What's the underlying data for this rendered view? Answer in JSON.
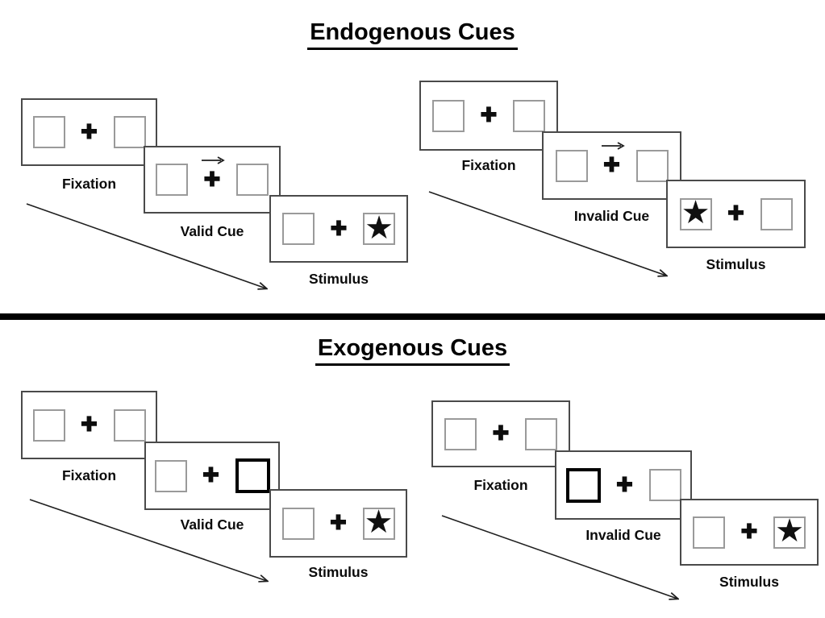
{
  "glyphs": {
    "plus": "✚",
    "star": "★"
  },
  "colors": {
    "ink": "#000000",
    "panel_border": "#4a4a4a",
    "box_border": "#9a9a9a",
    "arrow": "#1f1f1f"
  },
  "sections": [
    {
      "title": "Endogenous Cues",
      "groups": [
        {
          "name": "valid-trial",
          "cue_style": "central-arrow-right",
          "panels": [
            {
              "label": "Fixation"
            },
            {
              "label": "Valid Cue"
            },
            {
              "label": "Stimulus",
              "star_side": "right"
            }
          ]
        },
        {
          "name": "invalid-trial",
          "cue_style": "central-arrow-right",
          "panels": [
            {
              "label": "Fixation"
            },
            {
              "label": "Invalid Cue"
            },
            {
              "label": "Stimulus",
              "star_side": "left"
            }
          ]
        }
      ]
    },
    {
      "title": "Exogenous Cues",
      "groups": [
        {
          "name": "valid-trial",
          "cue_style": "peripheral-thick-box-right",
          "panels": [
            {
              "label": "Fixation"
            },
            {
              "label": "Valid Cue"
            },
            {
              "label": "Stimulus",
              "star_side": "right"
            }
          ]
        },
        {
          "name": "invalid-trial",
          "cue_style": "peripheral-thick-box-left",
          "panels": [
            {
              "label": "Fixation"
            },
            {
              "label": "Invalid Cue"
            },
            {
              "label": "Stimulus",
              "star_side": "right"
            }
          ]
        }
      ]
    }
  ]
}
